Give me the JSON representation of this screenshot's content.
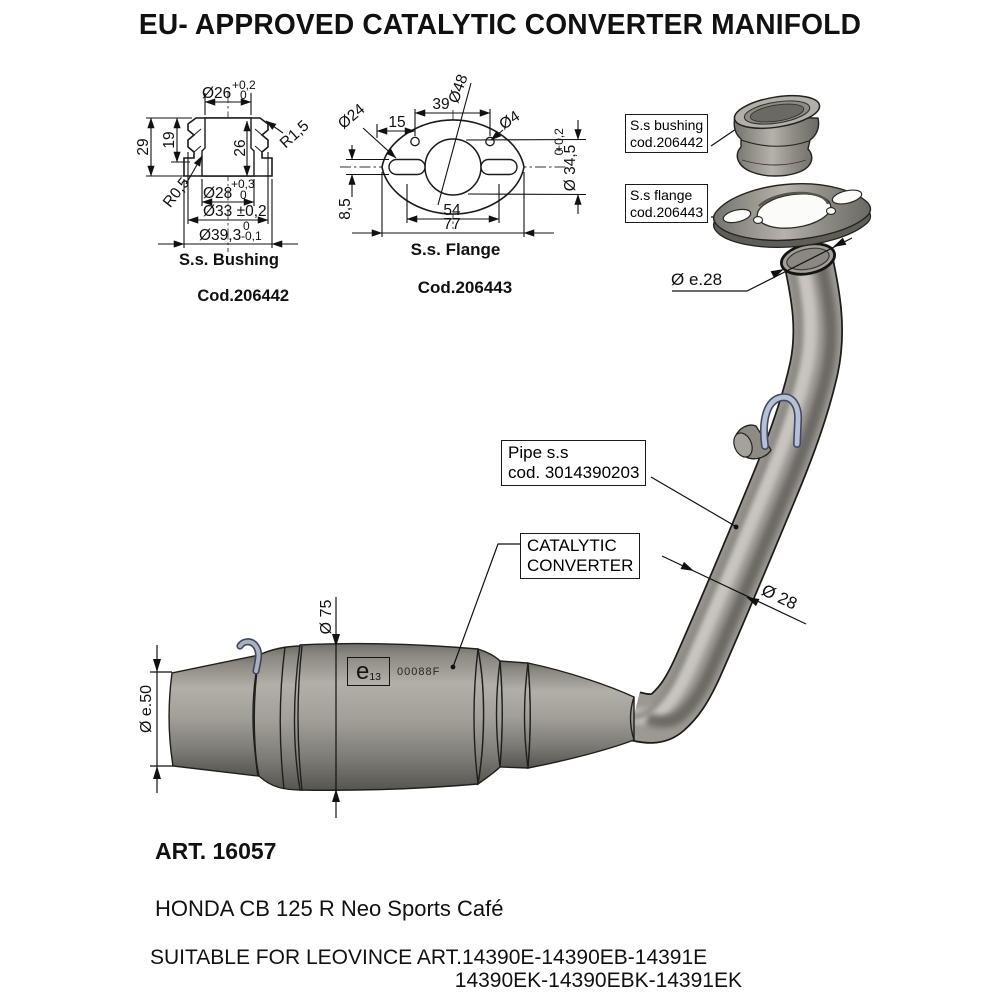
{
  "title": "EU- APPROVED CATALYTIC CONVERTER MANIFOLD",
  "bushing_drawing": {
    "caption": [
      "S.s. Bushing",
      "Cod.206442"
    ],
    "dims": {
      "top_dia": "Ø26",
      "top_tol_hi": "+0,2",
      "top_tol_lo": "0",
      "height": "29",
      "depth": "19",
      "bore_depth": "26",
      "radius_outer": "R1,5",
      "radius_inner": "R0,5",
      "bore_dia": "Ø28",
      "bore_tol_hi": "+0,3",
      "bore_tol_lo": "0",
      "mid_dia": "Ø33 ±0,2",
      "base_dia": "Ø39,3",
      "base_tol_hi": "0",
      "base_tol_lo": "-0,1"
    }
  },
  "flange_drawing": {
    "caption": [
      "S.s. Flange",
      "Cod.206443"
    ],
    "dims": {
      "slot_dia": "Ø24",
      "boss_dia": "Ø48",
      "hole_dia": "Ø4",
      "hole_span": "39",
      "hole_offset": "15",
      "slot_offset": "8,5",
      "slot_span": "54",
      "width": "77",
      "center_dia": "Ø 34,5",
      "center_tol_hi": "+0,2",
      "center_tol_lo": "0"
    }
  },
  "part_labels": {
    "bushing": [
      "S.s bushing",
      "cod.206442"
    ],
    "flange": [
      "S.s flange",
      "cod.206443"
    ],
    "pipe": [
      "Pipe s.s",
      "cod. 3014390203"
    ],
    "converter": [
      "CATALYTIC",
      "CONVERTER"
    ]
  },
  "assembly_dims": {
    "inlet": "Ø e.28",
    "pipe": "Ø 28",
    "body": "Ø 75",
    "outlet": "Ø e.50"
  },
  "emark": {
    "letter": "e",
    "number": "13",
    "approval": "00088F"
  },
  "footer": {
    "art": "ART. 16057",
    "model": "HONDA CB 125 R Neo Sports Café",
    "suitable_line1": "SUITABLE FOR LEOVINCE ART.14390E-14390EB-14391E",
    "suitable_line2": "14390EK-14390EBK-14391EK"
  },
  "colors": {
    "metal_mid": "#9c9993",
    "metal_light": "#c7c4bd",
    "metal_dark": "#5b5954",
    "outline": "#20201e",
    "hook": "#b8c1d3",
    "ink": "#111111"
  }
}
